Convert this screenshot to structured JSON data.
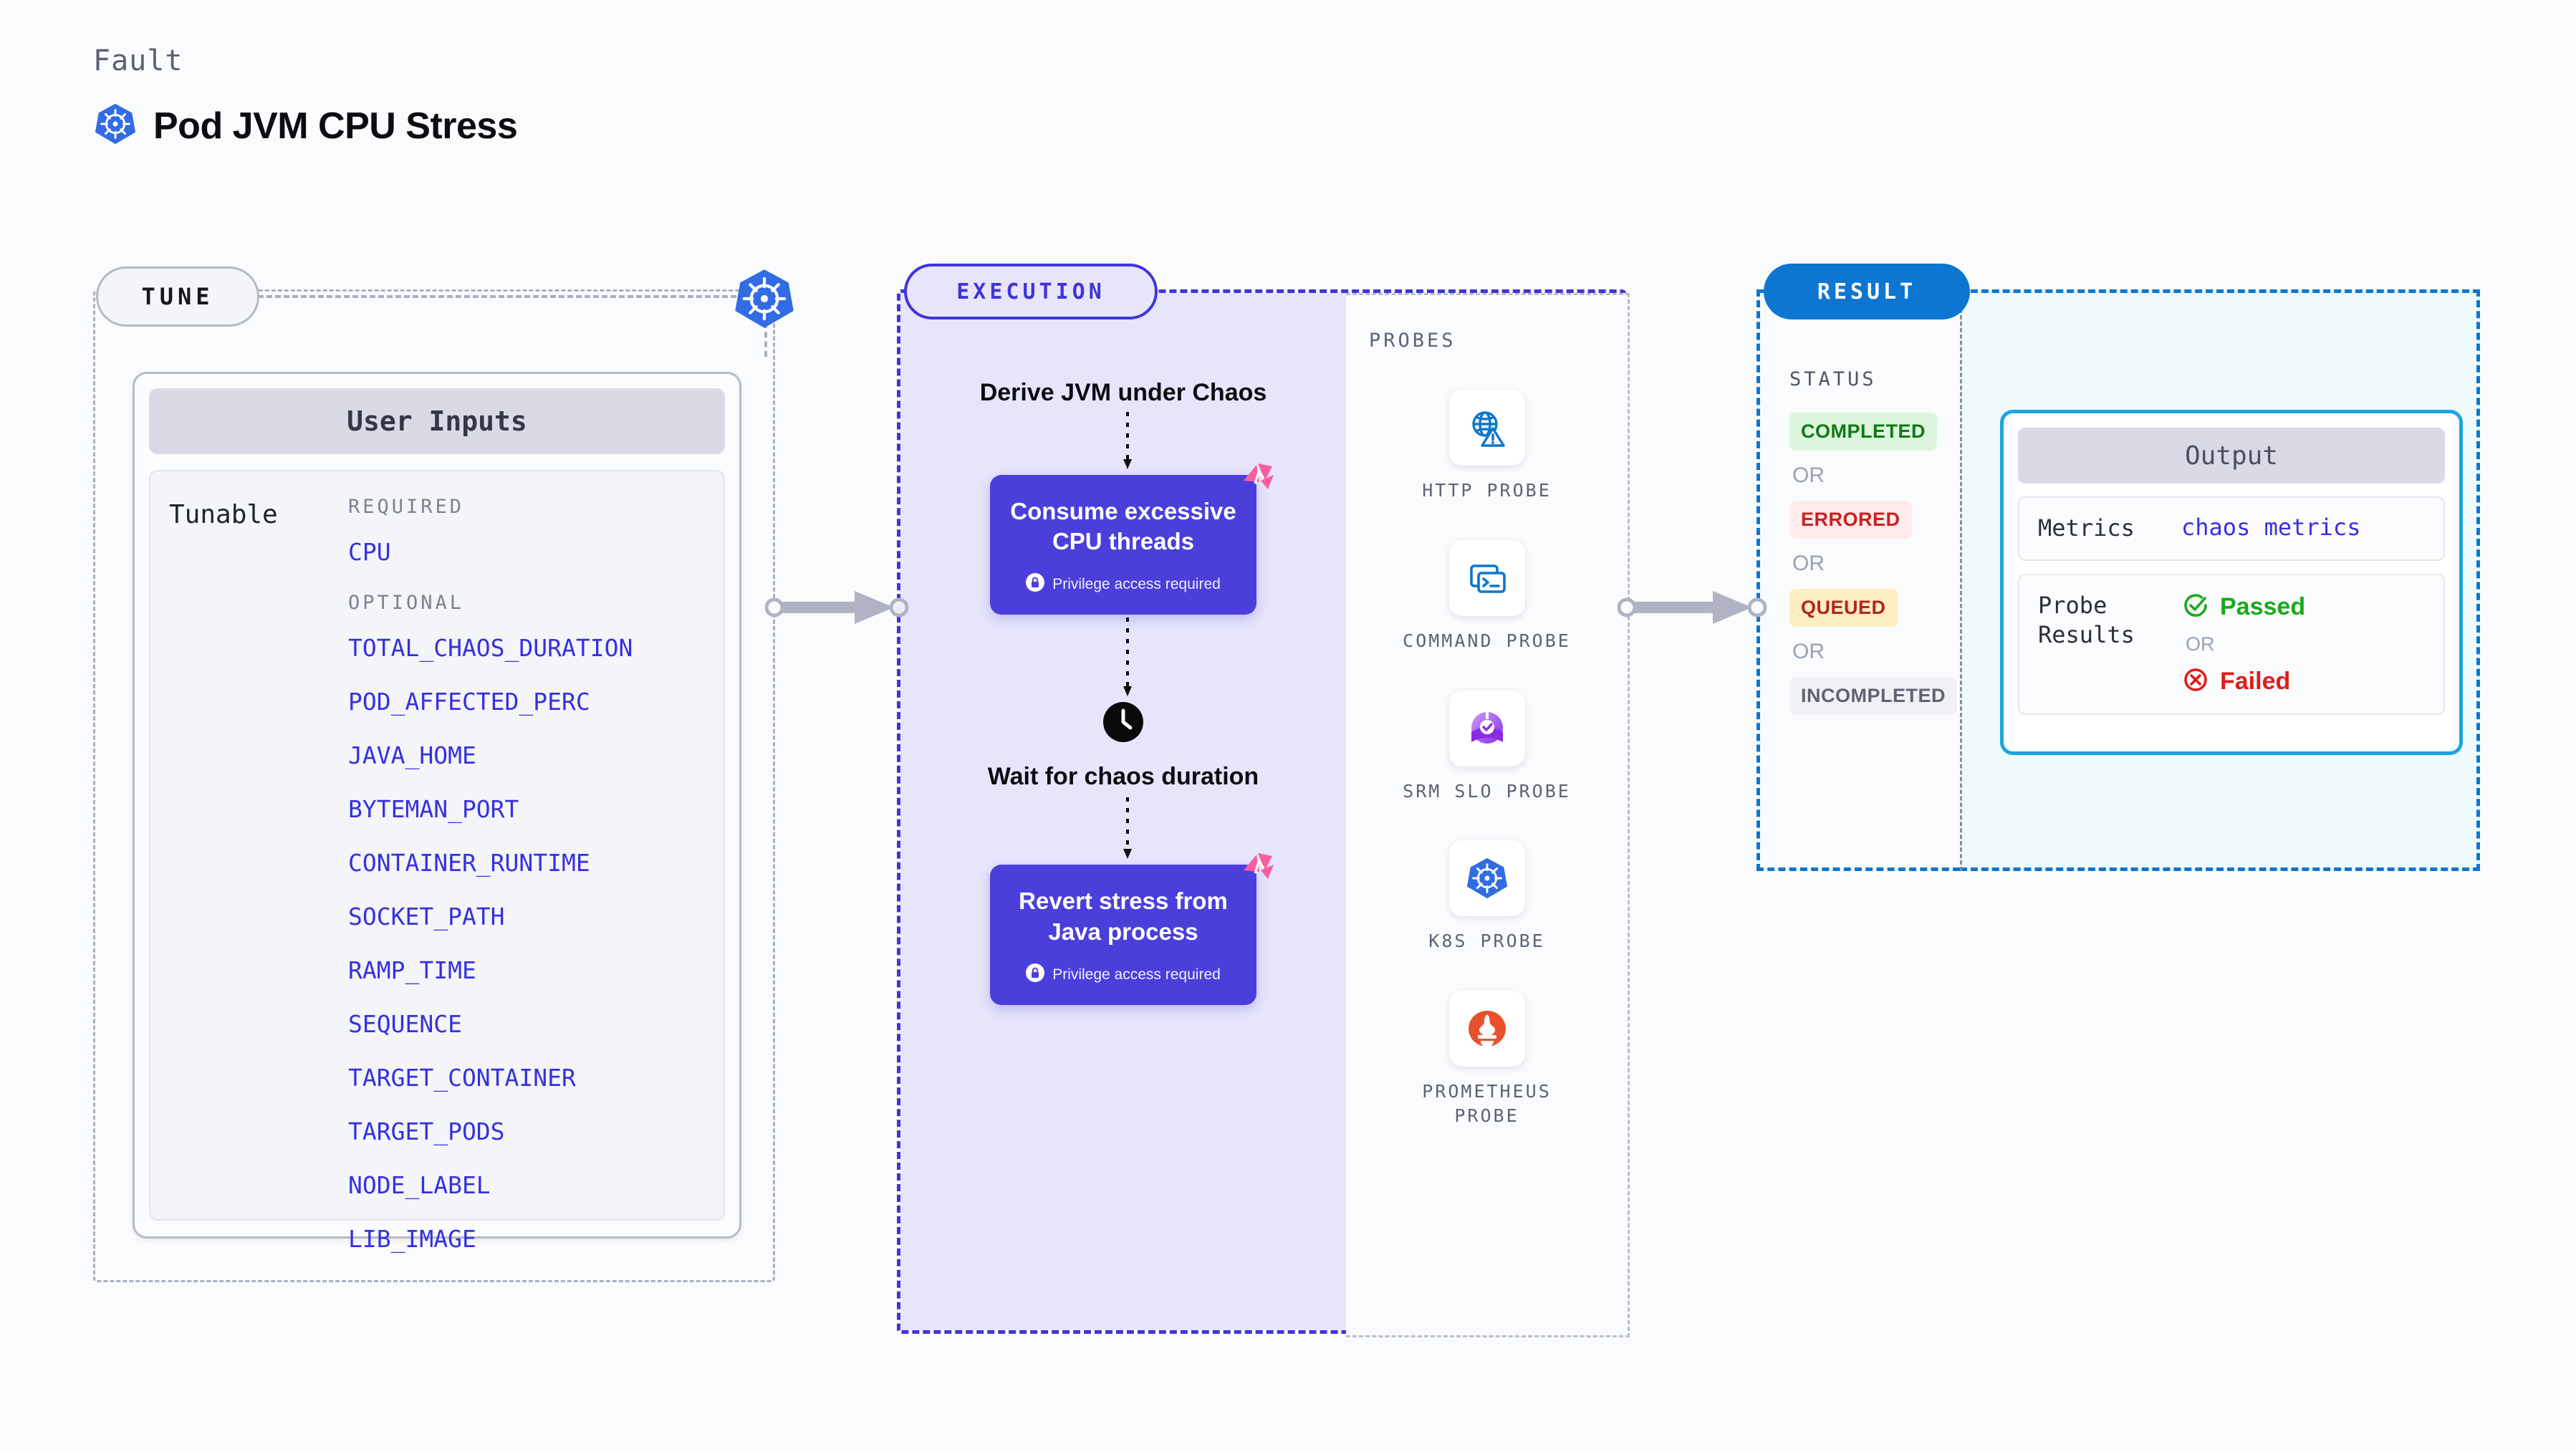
{
  "header": {
    "eyebrow": "Fault",
    "title": "Pod JVM CPU Stress",
    "icon": "kubernetes-icon"
  },
  "colors": {
    "accent_execution": "#3f35d6",
    "accent_result": "#0c76d1",
    "accent_output": "#19a6e0",
    "tunable_link": "#3730e0",
    "chaos_card": "#4a3fdb",
    "litmus_pink": "#f95fa0",
    "k8s_blue": "#326ce5",
    "status_completed": "#0f7a16",
    "status_errored": "#cc1f1f",
    "status_queued": "#b3261e",
    "status_incompleted": "#5d6373"
  },
  "tune": {
    "badge": "TUNE",
    "card_title": "User Inputs",
    "tunable_label": "Tunable",
    "required_header": "REQUIRED",
    "required": [
      "CPU"
    ],
    "optional_header": "OPTIONAL",
    "optional": [
      "TOTAL_CHAOS_DURATION",
      "POD_AFFECTED_PERC",
      "JAVA_HOME",
      "BYTEMAN_PORT",
      "CONTAINER_RUNTIME",
      "SOCKET_PATH",
      "RAMP_TIME",
      "SEQUENCE",
      "TARGET_CONTAINER",
      "TARGET_PODS",
      "NODE_LABEL",
      "LIB_IMAGE"
    ]
  },
  "execution": {
    "badge": "EXECUTION",
    "step_derive": "Derive JVM under Chaos",
    "step_consume": "Consume excessive CPU threads",
    "step_wait": "Wait for chaos duration",
    "step_revert": "Revert stress from Java process",
    "privilege_note": "Privilege access required"
  },
  "probes": {
    "label": "PROBES",
    "items": [
      {
        "name": "HTTP PROBE",
        "icon": "globe-warning-icon"
      },
      {
        "name": "COMMAND PROBE",
        "icon": "terminal-icon"
      },
      {
        "name": "SRM SLO PROBE",
        "icon": "srm-slo-icon"
      },
      {
        "name": "K8S PROBE",
        "icon": "kubernetes-icon"
      },
      {
        "name": "PROMETHEUS PROBE",
        "icon": "prometheus-icon"
      }
    ]
  },
  "result": {
    "badge": "RESULT",
    "status_label": "STATUS",
    "or": "OR",
    "statuses": [
      {
        "label": "COMPLETED",
        "color": "#0f7a16",
        "bg": "#ddf5dd"
      },
      {
        "label": "ERRORED",
        "color": "#cc1f1f",
        "bg": "#fdeceb"
      },
      {
        "label": "QUEUED",
        "color": "#b3261e",
        "bg": "#fdeec2"
      },
      {
        "label": "INCOMPLETED",
        "color": "#5d6373",
        "bg": "#eff1f5"
      }
    ],
    "output": {
      "title": "Output",
      "metrics_label": "Metrics",
      "metrics_value": "chaos metrics",
      "probe_results_label": "Probe Results",
      "passed": "Passed",
      "failed": "Failed",
      "or": "OR"
    }
  }
}
